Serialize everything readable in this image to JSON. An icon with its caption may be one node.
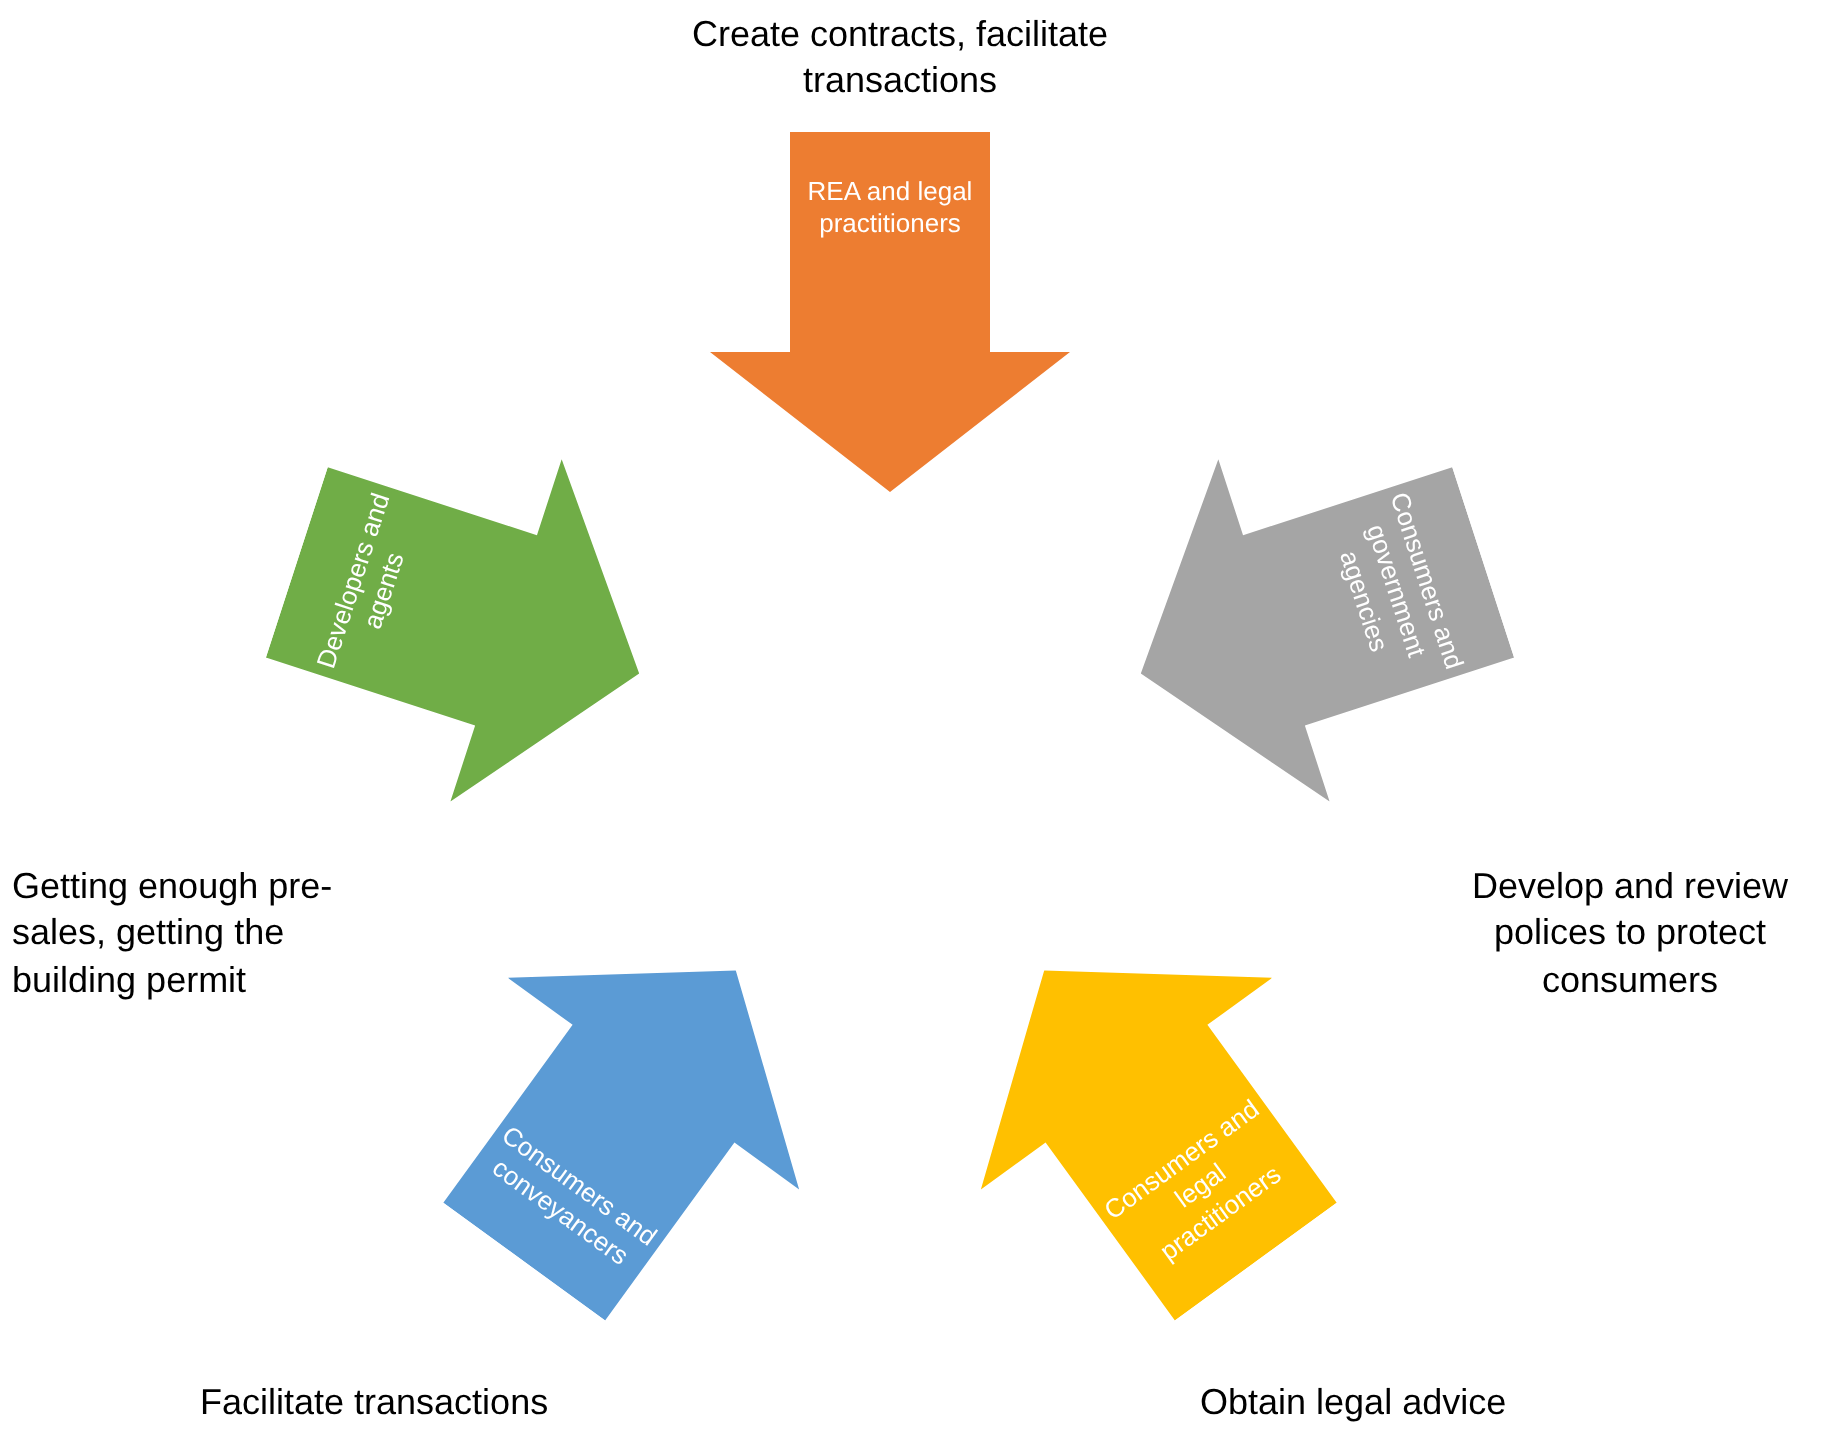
{
  "diagram": {
    "nodes": [
      {
        "text": [
          "REA and legal practitioners"
        ],
        "beside": [
          "Create contracts, facilitate transactions"
        ]
      },
      {
        "text": [
          "Developers and agents"
        ],
        "beside": [
          "Getting enough pre-sales, getting the building permit"
        ]
      },
      {
        "text": [
          "Consumers and government agencies"
        ],
        "beside": [
          "Develop and review polices to protect consumers"
        ]
      },
      {
        "text": [
          "Consumers and conveyancers"
        ],
        "beside": [
          "Facilitate transactions"
        ]
      },
      {
        "text": [
          "Consumers and legal practitioners"
        ],
        "beside": [
          "Obtain legal advice"
        ]
      }
    ]
  }
}
